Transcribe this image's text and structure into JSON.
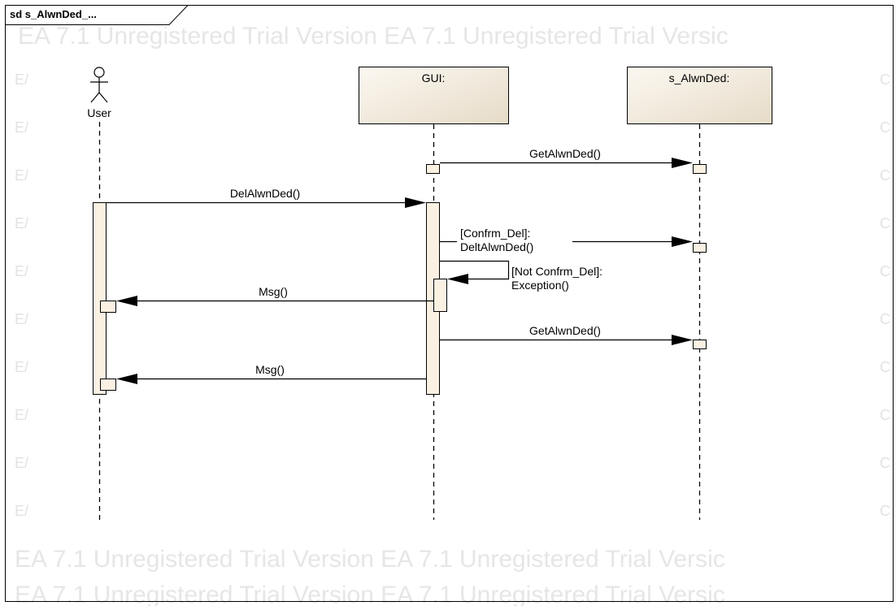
{
  "frame": {
    "title": "sd s_AlwnDed_..."
  },
  "watermark": {
    "text": "EA 7.1 Unregistered Trial Version   EA 7.1 Unregistered Trial Versic",
    "edge_left": "E/",
    "edge_right": "C"
  },
  "lifelines": [
    {
      "id": "user",
      "kind": "actor",
      "label": "User"
    },
    {
      "id": "gui",
      "kind": "object",
      "label": "GUI:"
    },
    {
      "id": "alwn",
      "kind": "object",
      "label": "s_AlwnDed:"
    }
  ],
  "messages": [
    {
      "id": "get1",
      "label": "GetAlwnDed()"
    },
    {
      "id": "del",
      "label": "DelAlwnDed()"
    },
    {
      "id": "confirm",
      "label_line1": "[Confrm_Del]:",
      "label_line2": "DeltAlwnDed()"
    },
    {
      "id": "notconfirm",
      "label_line1": "[Not Confrm_Del]:",
      "label_line2": "Exception()"
    },
    {
      "id": "msg1",
      "label": "Msg()"
    },
    {
      "id": "get2",
      "label": "GetAlwnDed()"
    },
    {
      "id": "msg2",
      "label": "Msg()"
    }
  ],
  "colors": {
    "box_fill_light": "#fbf6ee",
    "box_fill_dark": "#e9dfce",
    "activation_fill": "#fbf1e3",
    "line": "#000000",
    "watermark": "#e6e6e6"
  }
}
